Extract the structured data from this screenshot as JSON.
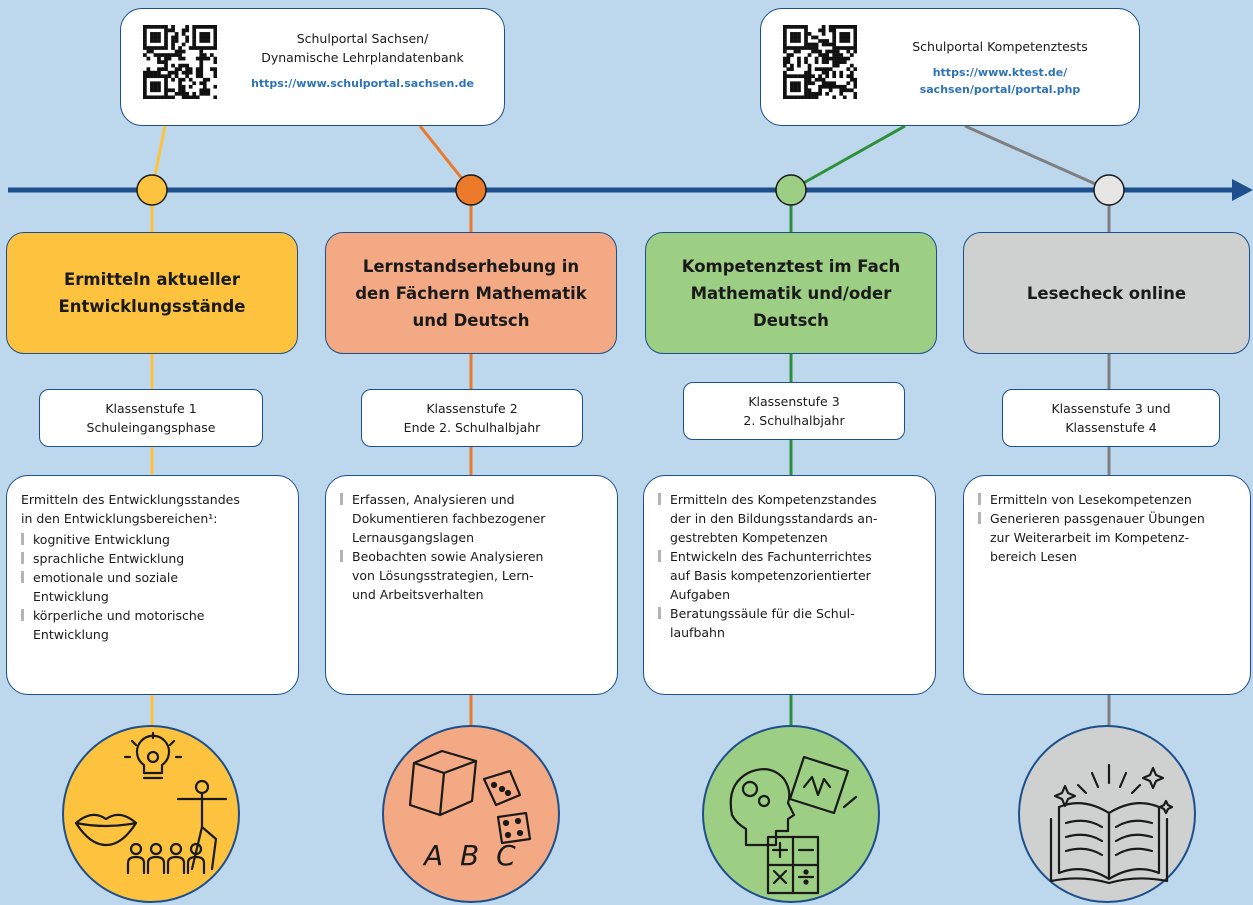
{
  "colors": {
    "background": "#bdd7ec",
    "timeline": "#1c4f8c",
    "yellow": "#fdc33e",
    "orange": "#f4a985",
    "orange_line": "#ec7a2a",
    "green": "#9cce83",
    "green_line": "#2e8f3b",
    "gray": "#cfd0d0",
    "gray_line": "#7f7f7f",
    "url": "#2e74b5"
  },
  "portals": [
    {
      "title": "Schulportal Sachsen/\nDynamische Lehrplandatenbank",
      "url": "https://www.schulportal.sachsen.de",
      "icon": "qr-code-icon"
    },
    {
      "title": "Schulportal Kompetenztests",
      "url": "https://www.ktest.de/\nsachsen/portal/portal.php",
      "icon": "qr-code-icon"
    }
  ],
  "stages": [
    {
      "title": "Ermitteln aktueller\nEntwicklungsstände",
      "color": "#fdc33e",
      "line_color": "#fdc33e",
      "klasse": "Klassenstufe 1\nSchuleingangsphase",
      "intro": "Ermitteln des Entwicklungsstandes\nin den Entwicklungsbereichen¹:",
      "bullets": [
        "kognitive Entwicklung",
        "sprachliche Entwicklung",
        "emotionale und soziale\nEntwicklung",
        "körperliche und motorische\nEntwicklung"
      ],
      "icon": "development-icon"
    },
    {
      "title": "Lernstandserhebung in\nden Fächern Mathematik\nund Deutsch",
      "color": "#f4a985",
      "line_color": "#ec7a2a",
      "klasse": "Klassenstufe 2\nEnde 2. Schulhalbjahr",
      "intro": "",
      "bullets": [
        "Erfassen, Analysieren und\nDokumentieren fachbezogener\nLernausgangslagen",
        "Beobachten sowie Analysieren\nvon Lösungsstrategien, Lern-\nund Arbeitsverhalten"
      ],
      "icon": "cube-dice-abc-icon",
      "icon_text": "A B C"
    },
    {
      "title": "Kompetenztest im Fach\nMathematik und/oder\nDeutsch",
      "color": "#9cce83",
      "line_color": "#2e8f3b",
      "klasse": "Klassenstufe 3\n2. Schulhalbjahr",
      "intro": "",
      "bullets": [
        "Ermitteln des Kompetenzstandes\nder in den Bildungsstandards an-\ngestrebten Kompetenzen",
        "Entwickeln des Fachunterrichtes\nauf Basis kompetenzorientierter\nAufgaben",
        "Beratungssäule für die Schul-\nlaufbahn"
      ],
      "icon": "head-tablet-calculator-icon"
    },
    {
      "title": "Lesecheck online",
      "color": "#cfd0d0",
      "line_color": "#7f7f7f",
      "klasse": "Klassenstufe 3 und\nKlassenstufe 4",
      "intro": "",
      "bullets": [
        "Ermitteln von Lesekompetenzen",
        "Generieren passgenauer Übungen\nzur Weiterarbeit im Kompetenz-\nbereich Lesen"
      ],
      "icon": "open-book-icon"
    }
  ]
}
